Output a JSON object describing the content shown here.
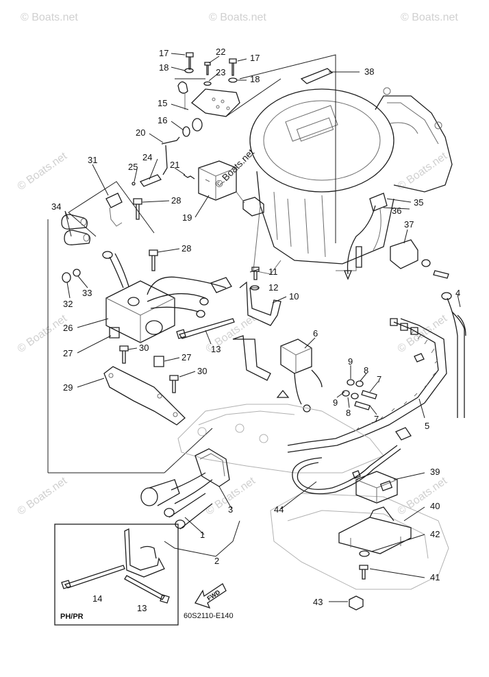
{
  "watermark_text": "© Boats.net",
  "center_watermark": "© Boats.net",
  "diagram_code": "60S2110-E140",
  "inset_label": "PH/PR",
  "fwd_label": "FWD",
  "callouts": {
    "c1": "1",
    "c2": "2",
    "c3": "3",
    "c4": "4",
    "c5": "5",
    "c6": "6",
    "c7a": "7",
    "c7b": "7",
    "c8a": "8",
    "c8b": "8",
    "c9a": "9",
    "c9b": "9",
    "c10": "10",
    "c11": "11",
    "c12": "12",
    "c13a": "13",
    "c13b": "13",
    "c14": "14",
    "c15": "15",
    "c16": "16",
    "c17a": "17",
    "c17b": "17",
    "c18a": "18",
    "c18b": "18",
    "c19": "19",
    "c20": "20",
    "c21": "21",
    "c22": "22",
    "c23": "23",
    "c24": "24",
    "c25": "25",
    "c26": "26",
    "c27a": "27",
    "c27b": "27",
    "c28a": "28",
    "c28b": "28",
    "c29": "29",
    "c30a": "30",
    "c30b": "30",
    "c31": "31",
    "c32": "32",
    "c33": "33",
    "c34": "34",
    "c35": "35",
    "c36": "36",
    "c37": "37",
    "c38": "38",
    "c39": "39",
    "c40": "40",
    "c41": "41",
    "c42": "42",
    "c43": "43",
    "c44": "44"
  },
  "colors": {
    "ink": "#1c1c1c",
    "watermark": "#d0d0d0",
    "background": "#ffffff"
  }
}
